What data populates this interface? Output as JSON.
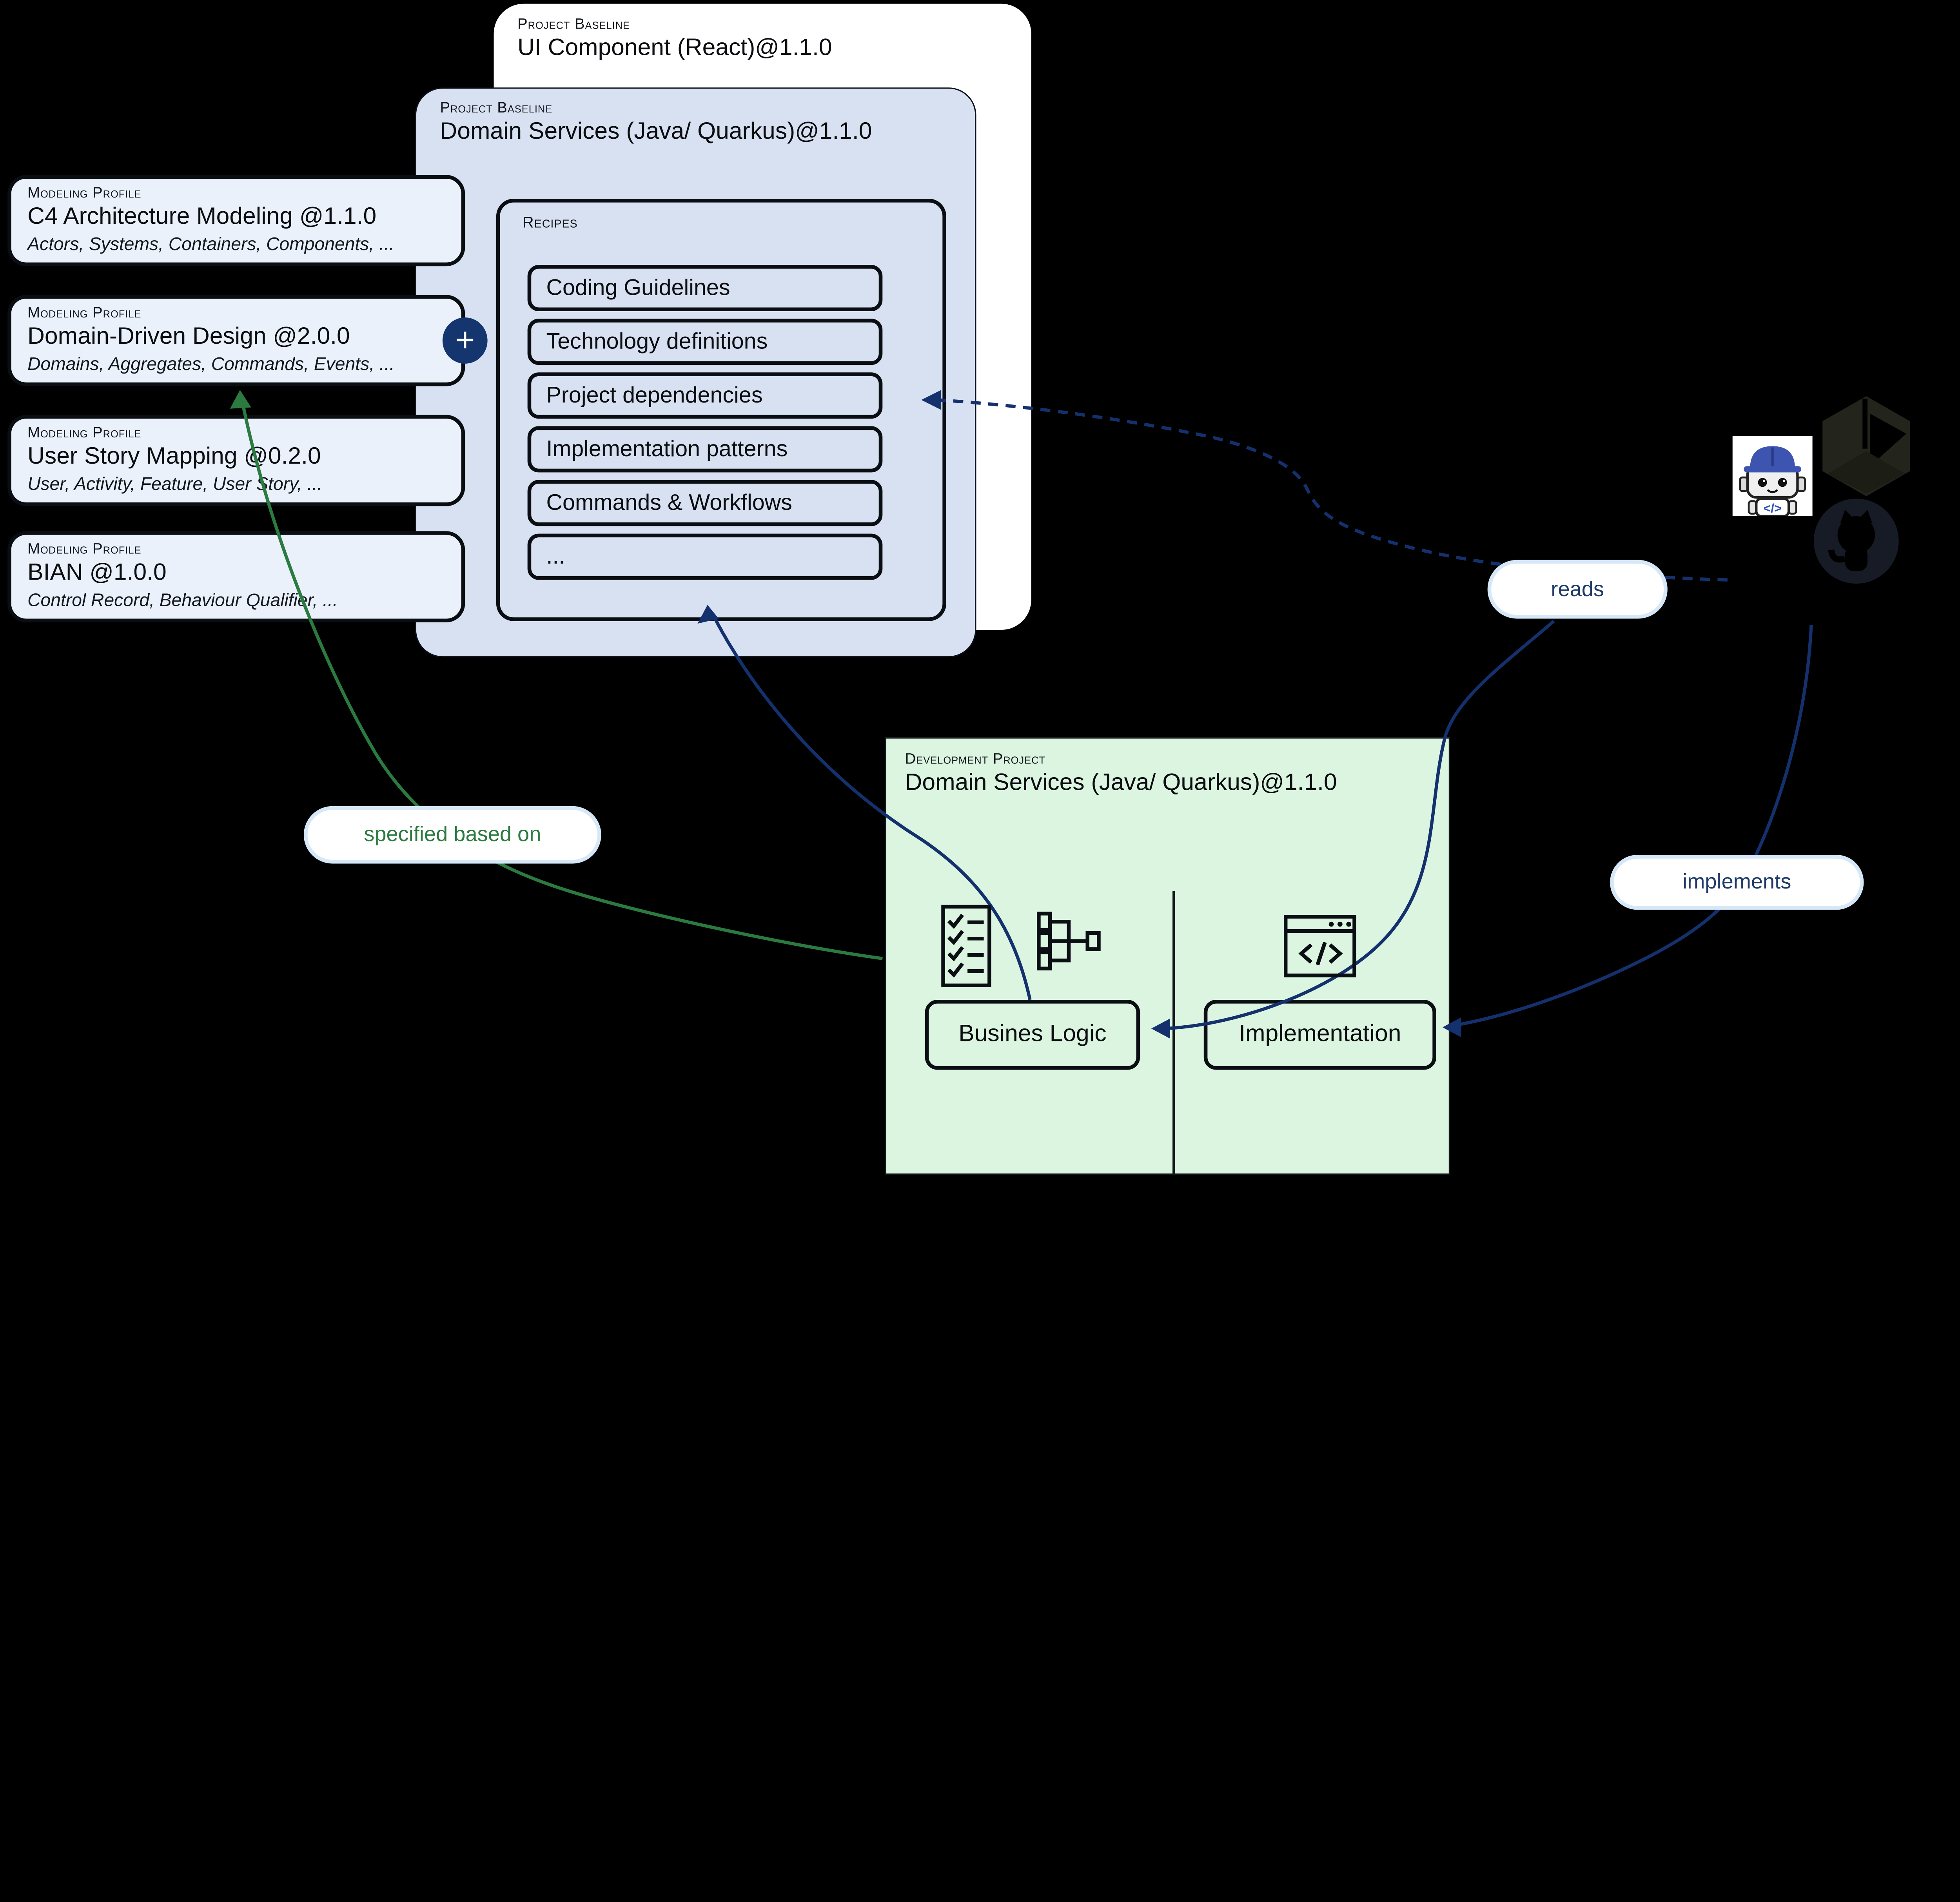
{
  "background": "#000000",
  "colors": {
    "baseline_card": "#d8e1f2",
    "profile_card": "#eaf1fb",
    "dev_card": "#dcf5e1",
    "arrow_navy": "#14316e",
    "arrow_green": "#2b7a3f",
    "pill_border": "#d6e8f8",
    "pill_text_navy": "#1e3a66",
    "pill_text_green": "#2b7a3f",
    "plus_badge_bg": "#15356f",
    "text": "#0b0d10"
  },
  "baseline_ui": {
    "header": "Project Baseline",
    "title": "UI Component (React)@1.1.0"
  },
  "baseline_domain": {
    "header": "Project Baseline",
    "title": "Domain Services (Java/ Quarkus)@1.1.0"
  },
  "recipes": {
    "header": "Recipes",
    "items": [
      "Coding Guidelines",
      "Technology definitions",
      "Project dependencies",
      "Implementation patterns",
      "Commands & Workflows",
      "..."
    ]
  },
  "profiles": [
    {
      "header": "Modeling Profile",
      "title": "C4 Architecture Modeling @1.1.0",
      "subtitle": "Actors, Systems, Containers, Components, ..."
    },
    {
      "header": "Modeling Profile",
      "title": "Domain-Driven Design @2.0.0",
      "subtitle": "Domains, Aggregates, Commands, Events, ..."
    },
    {
      "header": "Modeling Profile",
      "title": "User Story Mapping @0.2.0",
      "subtitle": "User, Activity, Feature, User Story, ..."
    },
    {
      "header": "Modeling Profile",
      "title": "BIAN @1.0.0",
      "subtitle": "Control Record, Behaviour Qualifier, ..."
    }
  ],
  "plus_badge": "+",
  "dev_project": {
    "header": "Development Project",
    "title": "Domain Services (Java/ Quarkus)@1.1.0",
    "business_logic": "Busines Logic",
    "implementation": "Implementation"
  },
  "relations": {
    "reads": "reads",
    "implements": "implements",
    "specified_based_on": "specified  based on"
  },
  "icons": [
    "robot-builder-icon",
    "unity-icon",
    "github-icon",
    "checklist-icon",
    "hierarchy-icon",
    "code-window-icon",
    "plus-icon"
  ]
}
